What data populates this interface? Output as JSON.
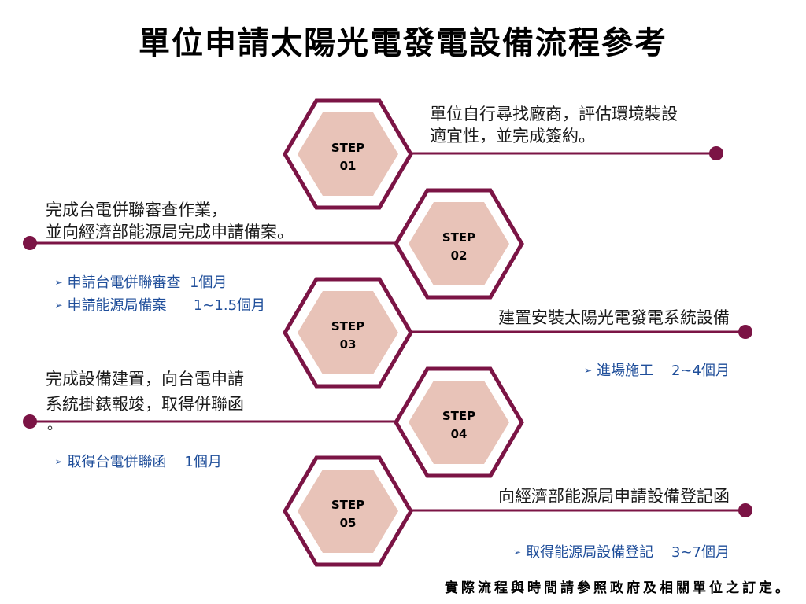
{
  "title": "單位申請太陽光電發電設備流程參考",
  "colors": {
    "hex_outline": "#7b1445",
    "hex_fill": "#e8c3b8",
    "connector_line": "#7b1445",
    "bullet_text": "#1f4e9a",
    "step_text": "#000000"
  },
  "steps": [
    {
      "step_word": "STEP",
      "step_no": "01",
      "desc_lines": [
        "單位自行尋找廠商，評估環境裝設",
        "適宜性，並完成簽約。"
      ],
      "bullets": []
    },
    {
      "step_word": "STEP",
      "step_no": "02",
      "desc_lines": [
        "完成台電併聯審查作業，",
        "並向經濟部能源局完成申請備案。"
      ],
      "bullets": [
        {
          "label": "申請台電併聯審查",
          "duration": "1個月"
        },
        {
          "label": "申請能源局備案",
          "duration": "1~1.5個月"
        }
      ]
    },
    {
      "step_word": "STEP",
      "step_no": "03",
      "desc_lines": [
        "建置安裝太陽光電發電系統設備"
      ],
      "bullets": [
        {
          "label": "進場施工",
          "duration": "2~4個月"
        }
      ]
    },
    {
      "step_word": "STEP",
      "step_no": "04",
      "desc_lines": [
        "完成設備建置，向台電申請",
        "系統掛錶報竣，取得併聯函",
        "。"
      ],
      "bullets": [
        {
          "label": "取得台電併聯函",
          "duration": "1個月"
        }
      ]
    },
    {
      "step_word": "STEP",
      "step_no": "05",
      "desc_lines": [
        "向經濟部能源局申請設備登記函"
      ],
      "bullets": [
        {
          "label": "取得能源局設備登記",
          "duration": "3~7個月"
        }
      ]
    }
  ],
  "footer_note": "實際流程與時間請參照政府及相關單位之訂定。"
}
